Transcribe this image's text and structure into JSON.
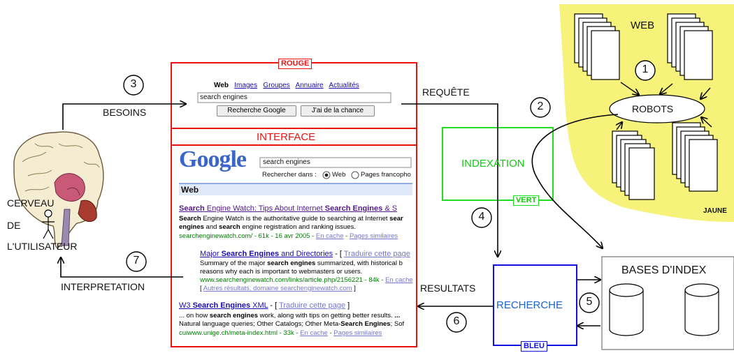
{
  "labels": {
    "rouge": "ROUGE",
    "interface": "INTERFACE",
    "requete": "REQUÊTE",
    "besoins": "BESOINS",
    "indexation": "INDEXATION",
    "vert": "VERT",
    "web": "WEB",
    "robots": "ROBOTS",
    "jaune": "JAUNE",
    "bases": "BASES D'INDEX",
    "recherche": "RECHERCHE",
    "bleu": "BLEU",
    "resultats": "RESULTATS",
    "interpretation": "INTERPRETATION",
    "cerveau": "CERVEAU",
    "de": "DE",
    "utilisateur": "L'UTILISATEUR"
  },
  "steps": [
    "1",
    "2",
    "3",
    "4",
    "5",
    "6",
    "7"
  ],
  "search_form": {
    "tabs": [
      "Web",
      "Images",
      "Groupes",
      "Annuaire",
      "Actualités"
    ],
    "query": "search engines",
    "button_search": "Recherche Google",
    "button_lucky": "J'ai de la chance"
  },
  "results_page": {
    "logo": "Google",
    "query": "search engines",
    "search_in": "Rechercher dans :",
    "radio_web": "Web",
    "radio_fr": "Pages francopho",
    "section": "Web",
    "r1_title_a": "Search",
    "r1_title_b": " Engine Watch: Tips About Internet ",
    "r1_title_c": "Search Engines",
    "r1_title_d": " & S",
    "r1_l1a": "Search",
    "r1_l1b": " Engine Watch is the authoritative guide to searching at Internet ",
    "r1_l1c": "sear",
    "r1_l2a": "engines",
    "r1_l2b": " and ",
    "r1_l2c": "search",
    "r1_l2d": " engine registration and ranking issues.",
    "r1_url": "searchenginewatch.com/ - 61k - 16 avr 2005 - ",
    "r1_cache": "En cache",
    "r1_sep": " - ",
    "r1_sim": "Pages similaires",
    "r2_title_a": "Major ",
    "r2_title_b": "Search Engines",
    "r2_title_c": " and Directories",
    "r2_trad_pre": " - [ ",
    "r2_trad": "Traduire cette page",
    "r2_l1a": "Summary of the major ",
    "r2_l1b": "search engines",
    "r2_l1c": " summarized, with historical b",
    "r2_l2": "reasons why each is important to webmasters or users.",
    "r2_url": "www.searchenginewatch.com/links/article.php/2156221 - 84k - ",
    "r2_cache": "En cache",
    "r2_sep": " -",
    "r2_more_pre": "[ ",
    "r2_more": "Autres résultats, domaine searchenginewatch.com",
    "r2_more_post": " ]",
    "r3_title_a": "W3 ",
    "r3_title_b": "Search Engines",
    "r3_title_c": " XML",
    "r3_trad_pre": " - [ ",
    "r3_trad": "Traduire cette page",
    "r3_trad_post": " ]",
    "r3_l1a": "... on how ",
    "r3_l1b": "search engines",
    "r3_l1c": " work, along with tips on getting better results. ",
    "r3_l1d": "...",
    "r3_l2a": "Natural language queries; Other Catalogs; Other Meta-",
    "r3_l2b": "Search Engines",
    "r3_l2c": "; Sof",
    "r3_url": "cuiwww.unige.ch/meta-index.html - 33k - ",
    "r3_cache": "En cache",
    "r3_sep": " - ",
    "r3_sim": "Pages similaires"
  },
  "colors": {
    "rouge": "#ee1111",
    "vert": "#22dd22",
    "bleu": "#1111dd",
    "jaune": "#f7f37a",
    "blue_text": "#1a66cc",
    "green_text": "#11cc11"
  }
}
